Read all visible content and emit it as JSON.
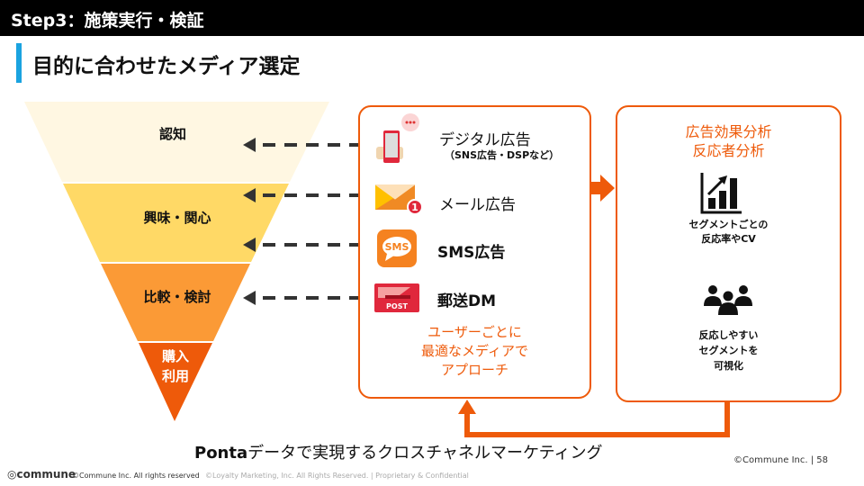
{
  "header": {
    "title": "Step3：施策実行・検証"
  },
  "page_title": "目的に合わせたメディア選定",
  "funnel": [
    {
      "label": "認知",
      "color": "#FFF7E2"
    },
    {
      "label": "興味・関心",
      "color": "#FFD966"
    },
    {
      "label": "比較・検討",
      "color": "#FB9A36"
    },
    {
      "label": "購入\n利用",
      "line1": "購入",
      "line2": "利用",
      "color": "#EE5A0A"
    }
  ],
  "media": {
    "items": [
      {
        "label": "デジタル広告",
        "sub": "（SNS広告・DSPなど）",
        "icon": "smartphone-hand-icon"
      },
      {
        "label": "メール広告",
        "icon": "mail-icon",
        "badge": "1"
      },
      {
        "label": "SMS広告",
        "icon": "sms-icon",
        "icon_text": "SMS"
      },
      {
        "label": "郵送DM",
        "icon": "postbox-icon",
        "icon_text": "POST"
      }
    ],
    "caption": [
      "ユーザーごとに",
      "最適なメディアで",
      "アプローチ"
    ]
  },
  "analysis": {
    "title": [
      "広告効果分析",
      "反応者分析"
    ],
    "blocks": [
      {
        "icon": "bar-chart-icon",
        "text": [
          "セグメントごとの",
          "反応率やCV"
        ]
      },
      {
        "icon": "users-icon",
        "text": [
          "反応しやすい",
          "セグメントを",
          "可視化"
        ]
      }
    ]
  },
  "tagline": {
    "bold": "Ponta",
    "rest": "データで実現するクロスチャネルマーケティング"
  },
  "page_ref": "©Commune Inc. | 58",
  "footer": {
    "logo": "commune",
    "copyright": "©Commune Inc. All rights reserved",
    "notice": "©Loyalty Marketing, Inc. All Rights Reserved. | Proprietary & Confidential"
  },
  "colors": {
    "accent": "#EE5A0A",
    "blue": "#1AA3E0"
  }
}
